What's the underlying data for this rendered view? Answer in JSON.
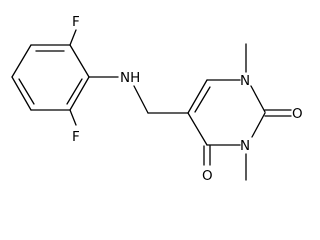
{
  "molecule": {
    "atoms": {
      "f_top": "F",
      "f_bottom": "F",
      "nh": "NH",
      "n1": "N",
      "n3": "N",
      "o2": "O",
      "o4": "O"
    }
  }
}
